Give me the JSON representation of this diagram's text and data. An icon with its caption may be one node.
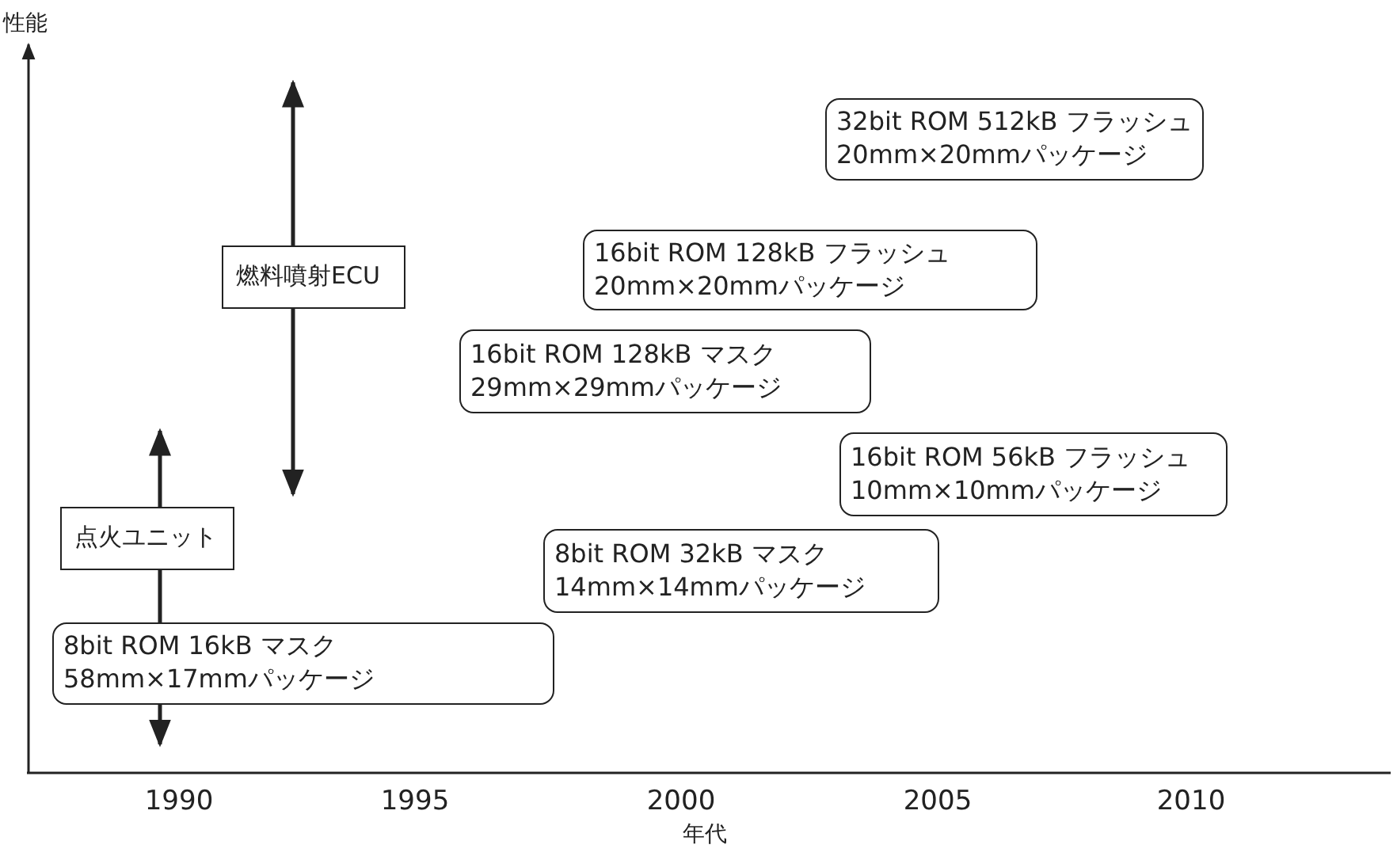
{
  "diagram": {
    "nodes": [
      {
        "text": [
          "32bit ROM 512kB フラッシュ",
          "20mm×20mmパッケージ"
        ]
      },
      {
        "text": [
          "16bit ROM 128kB フラッシュ",
          "20mm×20mmパッケージ"
        ]
      },
      {
        "text": [
          "燃料噴射ECU"
        ]
      },
      {
        "text": [
          "16bit ROM 128kB マスク",
          "29mm×29mmパッケージ"
        ]
      },
      {
        "text": [
          "16bit ROM 56kB フラッシュ",
          "10mm×10mmパッケージ"
        ]
      },
      {
        "text": [
          "点火ユニット"
        ]
      },
      {
        "text": [
          "8bit ROM 32kB マスク",
          "14mm×14mmパッケージ"
        ]
      },
      {
        "text": [
          "8bit ROM 16kB マスク",
          "58mm×17mmパッケージ"
        ]
      }
    ],
    "labels": [
      "性能",
      "1990",
      "1995",
      "2000",
      "2005",
      "2010",
      "年代"
    ]
  }
}
